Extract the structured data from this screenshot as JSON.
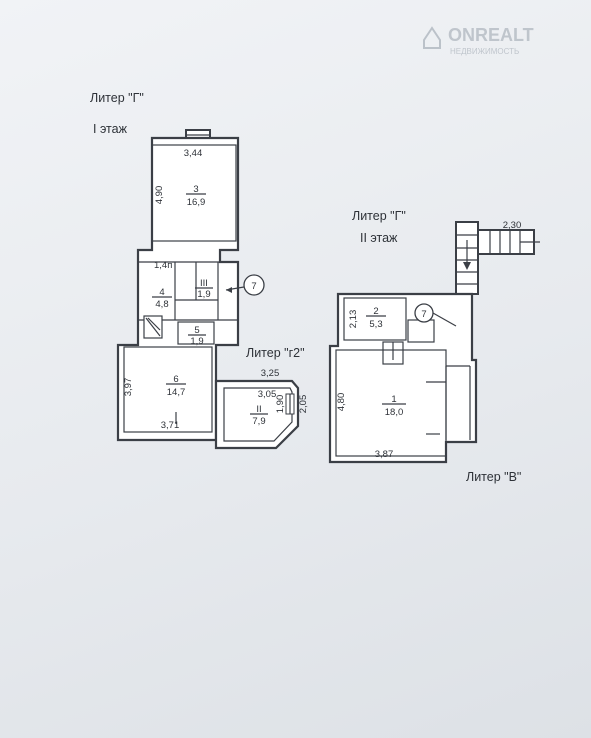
{
  "watermark": {
    "brand": "ONREALT",
    "tagline": "НЕДВИЖИМОСТЬ"
  },
  "plan_left": {
    "title": "Литер \"Г\"",
    "floor": "I этаж",
    "dims": {
      "top_width": "3,44",
      "room3_height": "4,90",
      "corridor": "1,4п",
      "room6_height": "3,97",
      "room6_width": "3,71"
    },
    "rooms": [
      {
        "num": "3",
        "area": "16,9"
      },
      {
        "num": "4",
        "area": "4,8"
      },
      {
        "num": "III",
        "area": "1,9"
      },
      {
        "num": "5",
        "area": "1,9"
      },
      {
        "num": "6",
        "area": "14,7"
      }
    ],
    "stove_marker": "7"
  },
  "annex": {
    "title": "Литер \"г2\"",
    "dims": {
      "outer_width": "3,25",
      "inner_width": "3,05",
      "inner_height": "1,90",
      "outer_height": "2,05"
    },
    "room": {
      "num": "II",
      "area": "7,9"
    }
  },
  "plan_right": {
    "title": "Литер \"Г\"",
    "floor": "II этаж",
    "dims": {
      "stair_width": "2,30",
      "room2_height": "2,13",
      "room1_height": "4,80",
      "room1_width": "3,87"
    },
    "rooms": [
      {
        "num": "2",
        "area": "5,3"
      },
      {
        "num": "1",
        "area": "18,0"
      }
    ],
    "stove_marker": "7"
  },
  "litera_v": {
    "title": "Литер \"В\""
  }
}
